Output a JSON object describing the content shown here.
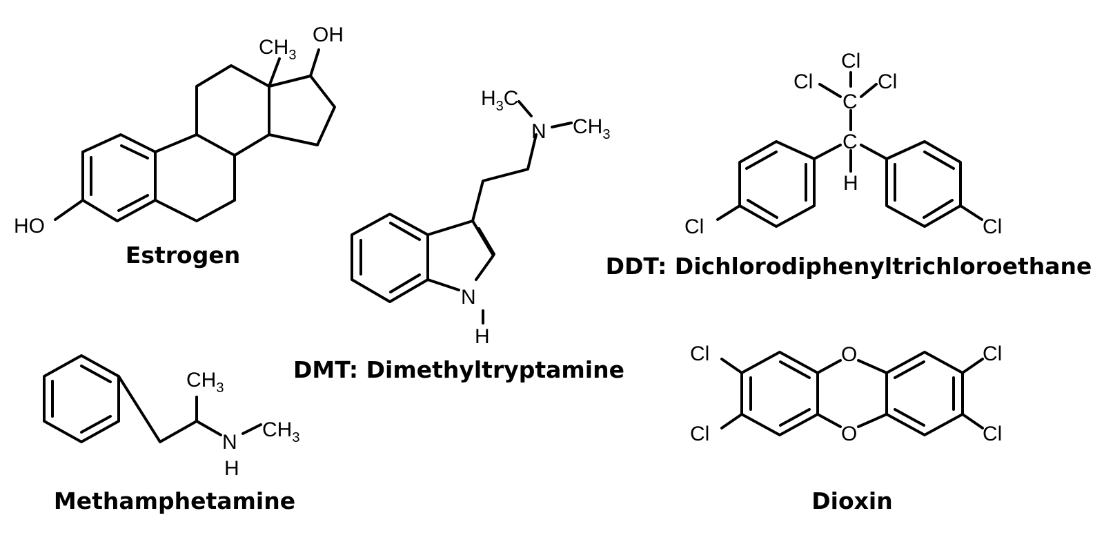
{
  "molecules": {
    "estrogen": {
      "name": "Estrogen",
      "atoms": {
        "ch3": "CH",
        "ch3_sub": "3",
        "oh": "OH",
        "ho": "HO"
      }
    },
    "dmt": {
      "name": "DMT: Dimethyltryptamine",
      "atoms": {
        "h3c": "H",
        "h3c_sub": "3",
        "h3c_c": "C",
        "n": "N",
        "ch3": "CH",
        "ch3_sub": "3",
        "nh_n": "N",
        "nh_h": "H"
      }
    },
    "ddt": {
      "name": "DDT: Dichlorodiphenyltrichloroethane",
      "atoms": {
        "cl_top": "Cl",
        "cl_left": "Cl",
        "cl_right": "Cl",
        "c_upper": "C",
        "c_lower": "C",
        "h": "H",
        "cl_ring_left": "Cl",
        "cl_ring_right": "Cl"
      }
    },
    "methamphetamine": {
      "name": "Methamphetamine",
      "atoms": {
        "ch3_top": "CH",
        "ch3_top_sub": "3",
        "n": "N",
        "ch3_right": "CH",
        "ch3_right_sub": "3",
        "h": "H"
      }
    },
    "dioxin": {
      "name": "Dioxin",
      "atoms": {
        "o_top": "O",
        "o_bottom": "O",
        "cl_tl": "Cl",
        "cl_bl": "Cl",
        "cl_tr": "Cl",
        "cl_br": "Cl"
      }
    }
  }
}
